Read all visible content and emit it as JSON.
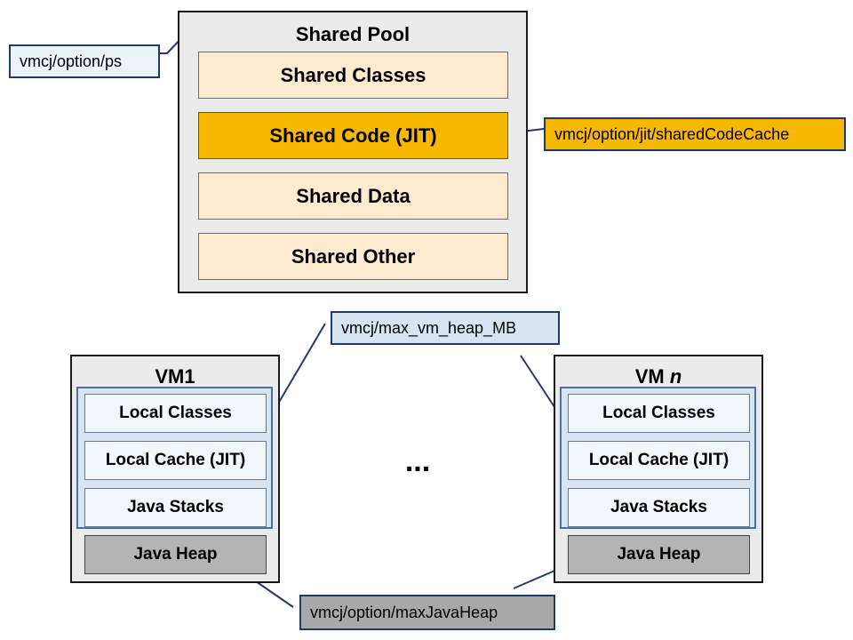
{
  "shared_pool": {
    "title": "Shared Pool",
    "boxes": [
      {
        "label": "Shared Classes"
      },
      {
        "label": "Shared Code (JIT)"
      },
      {
        "label": "Shared Data"
      },
      {
        "label": "Shared Other"
      }
    ]
  },
  "vms": [
    {
      "title": "VM1",
      "items": [
        "Local Classes",
        "Local Cache (JIT)",
        "Java Stacks"
      ],
      "heap": "Java Heap"
    },
    {
      "title_prefix": "VM ",
      "title_suffix": "n",
      "items": [
        "Local Classes",
        "Local Cache (JIT)",
        "Java Stacks"
      ],
      "heap": "Java Heap"
    }
  ],
  "ellipsis": "...",
  "callouts": {
    "ps": "vmcj/option/ps",
    "shared_code_cache": "vmcj/option/jit/sharedCodeCache",
    "max_vm_heap": "vmcj/max_vm_heap_MB",
    "max_java_heap": "vmcj/option/maxJavaHeap"
  },
  "colors": {
    "pool_background": "#ebebeb",
    "pool_box": "#fdebcf",
    "highlight_orange": "#f8b800",
    "vm_group_blue": "#d6e5f1",
    "heap_gray": "#b4b4b4",
    "connector_navy": "#1f3a70"
  }
}
